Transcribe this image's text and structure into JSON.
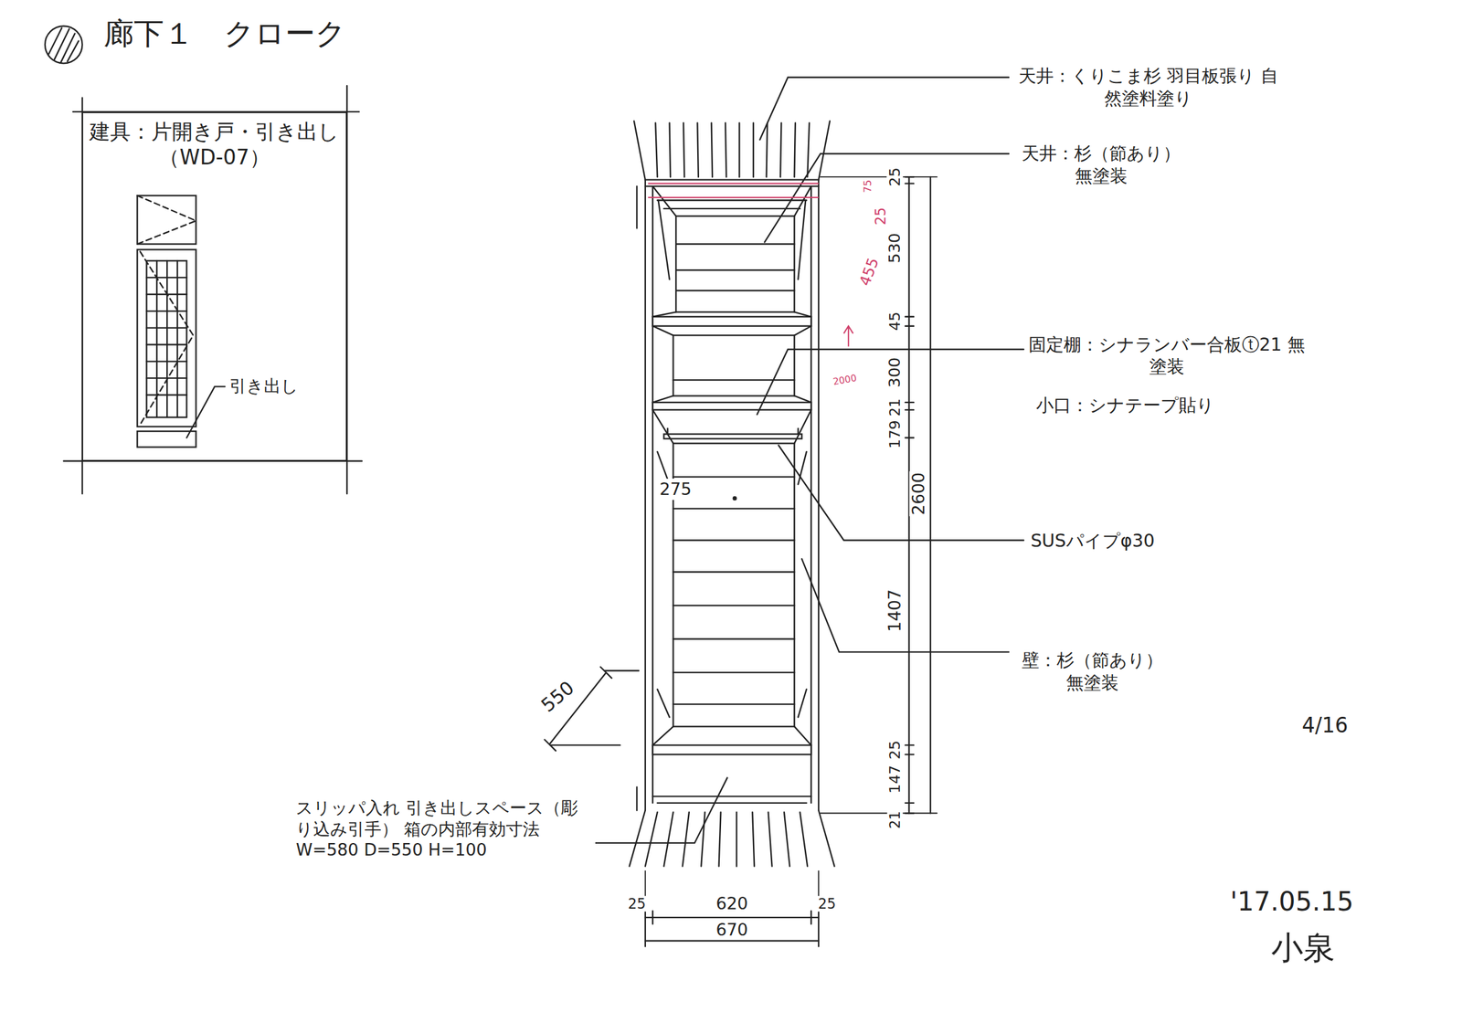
{
  "diagram": {
    "title": "廊下１　クローク",
    "nodes": [
      {
        "text": [
          "建具：片開き戸・引き出し",
          "（WD-07）"
        ]
      }
    ],
    "labels": [
      "引き出し",
      "天井：くりこま杉 羽目板張り 自然塗料塗り",
      "天井：杉（節あり） 無塗装",
      "75",
      "25",
      "455",
      "2000",
      "25",
      "530",
      "45",
      "300",
      "21",
      "179",
      "2600",
      "固定棚：シナランバー合板ⓣ21 無塗装",
      "小口：シナテープ貼り",
      "275",
      "SUSパイプφ30",
      "1407",
      "壁：杉（節あり） 無塗装",
      "550",
      "25",
      "147",
      "21",
      "4/16",
      "スリッパ入れ 引き出しスペース（彫り込み引手） 箱の内部有効寸法 W=580 D=550 H=100",
      "25",
      "620",
      "25",
      "670",
      "'17.05.15",
      "小泉"
    ]
  }
}
